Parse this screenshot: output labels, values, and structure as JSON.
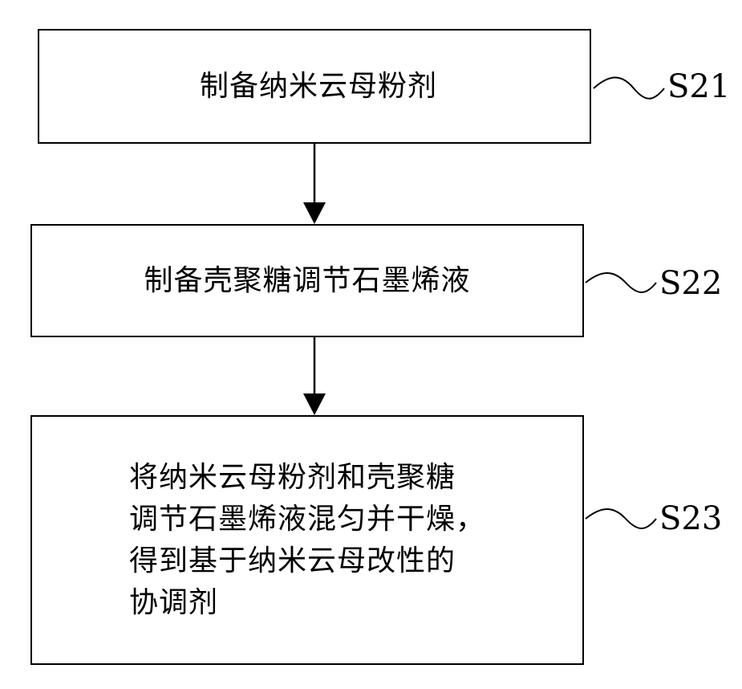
{
  "steps": [
    {
      "id": "S21",
      "text": "制备纳米云母粉剂",
      "label": "S21"
    },
    {
      "id": "S22",
      "text": "制备壳聚糖调节石墨烯液",
      "label": "S22"
    },
    {
      "id": "S23",
      "text": "将纳米云母粉剂和壳聚糖\n调节石墨烯液混匀并干燥，\n得到基于纳米云母改性的\n协调剂",
      "label": "S23"
    }
  ]
}
